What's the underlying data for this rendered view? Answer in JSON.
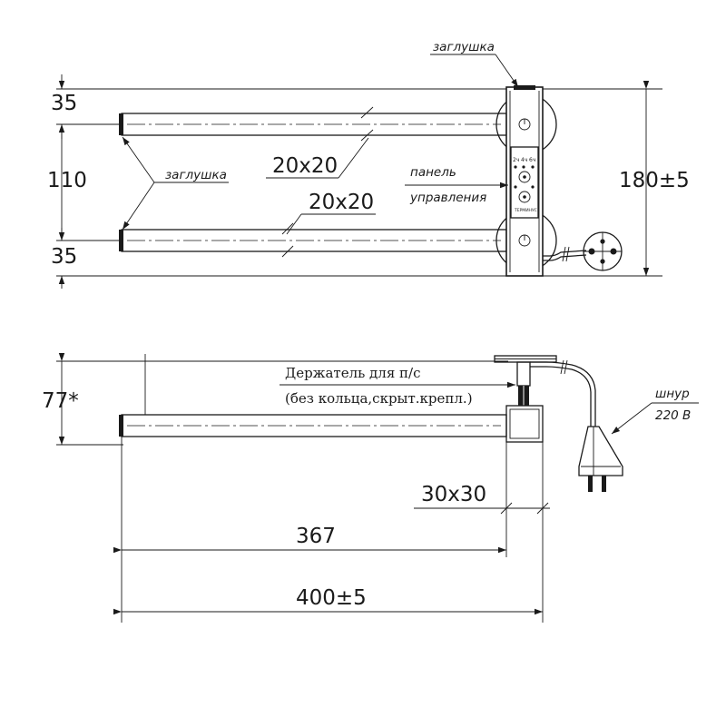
{
  "top_view": {
    "plug_top_label": "заглушка",
    "plug_left_label": "заглушка",
    "panel_label_line1": "панель",
    "panel_label_line2": "управления",
    "panel_timers": [
      "2ч",
      "4ч",
      "6ч"
    ],
    "panel_brand": "ТЕРМИНУС",
    "dim_top_offset": "35",
    "dim_spacing": "110",
    "dim_bottom_offset": "35",
    "dim_height": "180±5",
    "dim_tube_upper": "20x20",
    "dim_tube_lower": "20x20"
  },
  "side_view": {
    "dim_depth": "77*",
    "holder_label_line1": "Держатель для п/с",
    "holder_label_line2": "(без кольца,скрыт.крепл.)",
    "cord_label_line1": "шнур",
    "cord_label_line2": "220 В",
    "dim_block": "30x30",
    "dim_length_inner": "367",
    "dim_length_total": "400±5"
  }
}
